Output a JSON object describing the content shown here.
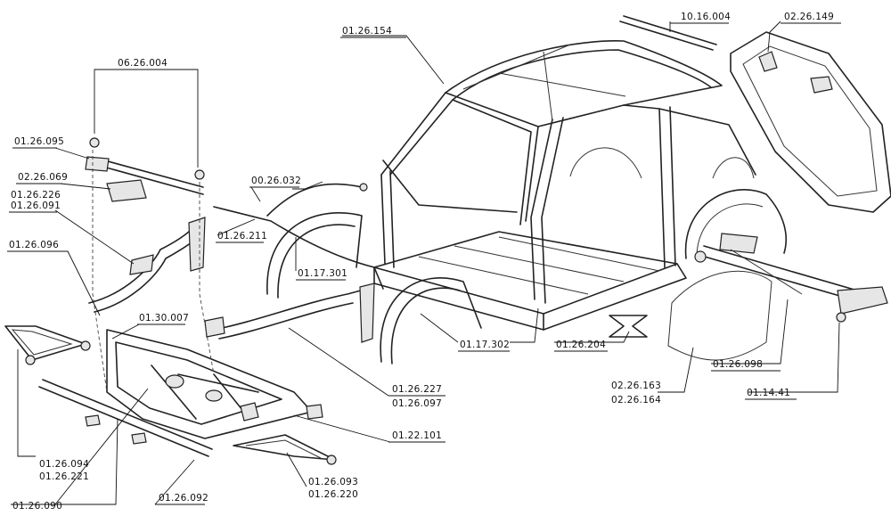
{
  "labels": {
    "l_06_26_004": "06.26.004",
    "l_01_26_095": "01.26.095",
    "l_02_26_069": "02.26.069",
    "l_01_26_226": "01.26.226",
    "l_01_26_091": "01.26.091",
    "l_01_26_096": "01.26.096",
    "l_01_30_007": "01.30.007",
    "l_01_26_094": "01.26.094",
    "l_01_26_221": "01.26.221",
    "l_01_26_090": "01.26.090",
    "l_01_26_092": "01.26.092",
    "l_01_26_093": "01.26.093",
    "l_01_26_220": "01.26.220",
    "l_00_26_032": "00.26.032",
    "l_01_26_211": "01.26.211",
    "l_01_17_301": "01.17.301",
    "l_01_26_154": "01.26.154",
    "l_10_16_004": "10.16.004",
    "l_02_26_149": "02.26.149",
    "l_01_26_227": "01.26.227",
    "l_01_26_097": "01.26.097",
    "l_01_22_101": "01.22.101",
    "l_01_17_302": "01.17.302",
    "l_01_26_204": "01.26.204",
    "l_02_26_163": "02.26.163",
    "l_02_26_164": "02.26.164",
    "l_01_26_098": "01.26.098",
    "l_01_14_41": "01.14.41"
  }
}
